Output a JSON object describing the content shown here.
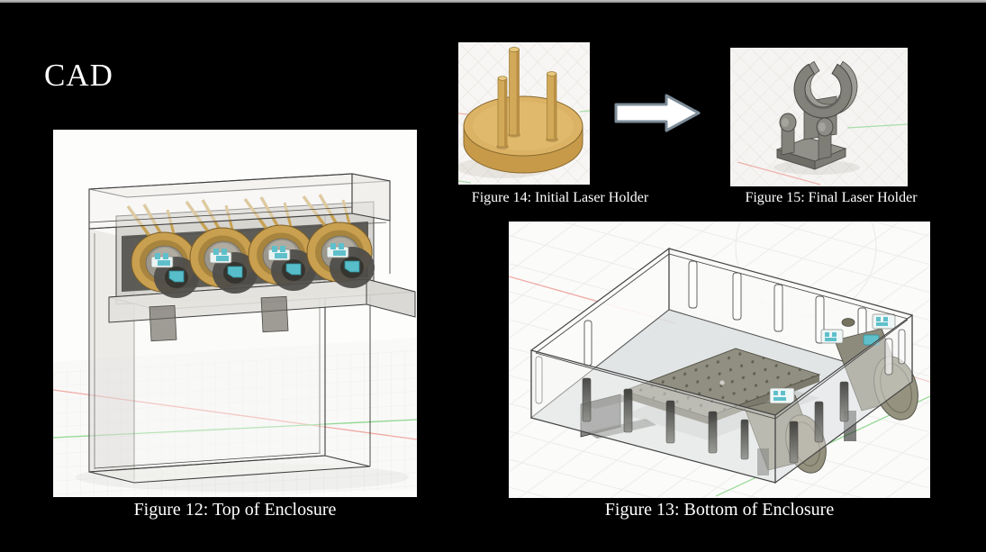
{
  "slide": {
    "title": "CAD",
    "background_color": "#000000",
    "top_border_color": "#a8a8a8",
    "text_color": "#ffffff"
  },
  "captions": {
    "figure12": "Figure 12: Top of Enclosure",
    "figure13": "Figure 13: Bottom of Enclosure",
    "figure14": "Figure 14: Initial Laser Holder",
    "figure15": "Figure 15: Final Laser Holder"
  },
  "icons": {
    "transition_arrow": "right-block-arrow"
  },
  "render_palette": {
    "gold": "#c9a050",
    "gold_light": "#dcb365",
    "part_gray": "#8a8a82",
    "connector_teal": "#5fc0cb",
    "axis_red": "#f0a9a2",
    "axis_green": "#90d890",
    "viewport_background": "#f6f5f3",
    "grid_line": "#eae8e4",
    "edge_outline": "#3f3f3f",
    "arrow_outline": "#7d8d99",
    "arrow_fill": "#ffffff"
  }
}
